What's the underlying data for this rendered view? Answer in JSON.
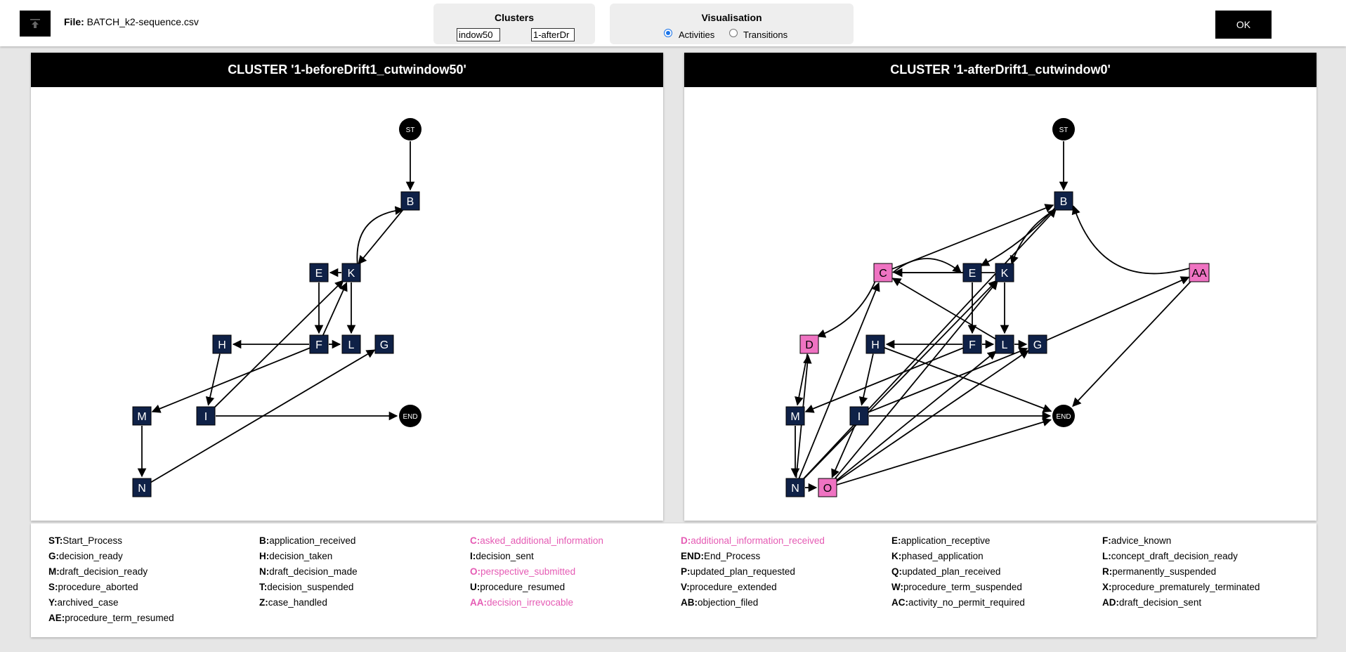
{
  "header": {
    "file_label": "File:",
    "file_name": "BATCH_k2-sequence.csv",
    "clusters": {
      "title": "Clusters",
      "input_left": "indow50",
      "input_right": "1-afterDr"
    },
    "visualisation": {
      "title": "Visualisation",
      "options": [
        "Activities",
        "Transitions"
      ],
      "selected": "Activities"
    },
    "ok_label": "OK"
  },
  "colors": {
    "node_default": "#0f2147",
    "node_highlight": "#ef73c2",
    "header_bg": "#000000",
    "legend_highlight": "#e55bb4"
  },
  "graphs": [
    {
      "title": "CLUSTER '1-beforeDrift1_cutwindow50'",
      "nodes": [
        {
          "id": "ST",
          "shape": "circle"
        },
        {
          "id": "B"
        },
        {
          "id": "E"
        },
        {
          "id": "K"
        },
        {
          "id": "H"
        },
        {
          "id": "F"
        },
        {
          "id": "L"
        },
        {
          "id": "G"
        },
        {
          "id": "M"
        },
        {
          "id": "I"
        },
        {
          "id": "END",
          "shape": "circle"
        },
        {
          "id": "N"
        }
      ],
      "edges": [
        [
          "ST",
          "B"
        ],
        [
          "B",
          "K"
        ],
        [
          "K",
          "B"
        ],
        [
          "K",
          "E"
        ],
        [
          "E",
          "F"
        ],
        [
          "K",
          "L"
        ],
        [
          "F",
          "K"
        ],
        [
          "F",
          "L"
        ],
        [
          "F",
          "H"
        ],
        [
          "H",
          "I"
        ],
        [
          "I",
          "K"
        ],
        [
          "F",
          "M"
        ],
        [
          "M",
          "N"
        ],
        [
          "N",
          "G"
        ],
        [
          "I",
          "END"
        ]
      ]
    },
    {
      "title": "CLUSTER '1-afterDrift1_cutwindow0'",
      "nodes": [
        {
          "id": "ST",
          "shape": "circle"
        },
        {
          "id": "B"
        },
        {
          "id": "C",
          "highlight": true
        },
        {
          "id": "E"
        },
        {
          "id": "K"
        },
        {
          "id": "AA",
          "highlight": true
        },
        {
          "id": "D",
          "highlight": true
        },
        {
          "id": "H"
        },
        {
          "id": "F"
        },
        {
          "id": "L"
        },
        {
          "id": "G"
        },
        {
          "id": "M"
        },
        {
          "id": "I"
        },
        {
          "id": "END",
          "shape": "circle"
        },
        {
          "id": "N"
        },
        {
          "id": "O",
          "highlight": true
        }
      ],
      "edges": [
        [
          "ST",
          "B"
        ],
        [
          "B",
          "K"
        ],
        [
          "B",
          "E"
        ],
        [
          "C",
          "B"
        ],
        [
          "AA",
          "B"
        ],
        [
          "C",
          "E"
        ],
        [
          "E",
          "C"
        ],
        [
          "K",
          "C"
        ],
        [
          "L",
          "C"
        ],
        [
          "C",
          "D"
        ],
        [
          "D",
          "M"
        ],
        [
          "N",
          "D"
        ],
        [
          "K",
          "L"
        ],
        [
          "E",
          "F"
        ],
        [
          "F",
          "L"
        ],
        [
          "F",
          "H"
        ],
        [
          "H",
          "I"
        ],
        [
          "L",
          "G"
        ],
        [
          "G",
          "AA"
        ],
        [
          "AA",
          "END"
        ],
        [
          "H",
          "END"
        ],
        [
          "I",
          "END"
        ],
        [
          "F",
          "M"
        ],
        [
          "N",
          "C"
        ],
        [
          "M",
          "N"
        ],
        [
          "N",
          "O"
        ],
        [
          "O",
          "G"
        ],
        [
          "O",
          "L"
        ],
        [
          "O",
          "K"
        ],
        [
          "I",
          "G"
        ],
        [
          "N",
          "K"
        ],
        [
          "I",
          "O"
        ],
        [
          "O",
          "END"
        ],
        [
          "N",
          "B"
        ]
      ]
    }
  ],
  "legend": [
    {
      "key": "ST:",
      "value": "Start_Process",
      "hl": false
    },
    {
      "key": "B:",
      "value": "application_received",
      "hl": false
    },
    {
      "key": "C:",
      "value": "asked_additional_information",
      "hl": true
    },
    {
      "key": "D:",
      "value": "additional_information_received",
      "hl": true
    },
    {
      "key": "E:",
      "value": "application_receptive",
      "hl": false
    },
    {
      "key": "F:",
      "value": "advice_known",
      "hl": false
    },
    {
      "key": "G:",
      "value": "decision_ready",
      "hl": false
    },
    {
      "key": "H:",
      "value": "decision_taken",
      "hl": false
    },
    {
      "key": "I:",
      "value": "decision_sent",
      "hl": false
    },
    {
      "key": "END:",
      "value": "End_Process",
      "hl": false
    },
    {
      "key": "K:",
      "value": "phased_application",
      "hl": false
    },
    {
      "key": "L:",
      "value": "concept_draft_decision_ready",
      "hl": false
    },
    {
      "key": "M:",
      "value": "draft_decision_ready",
      "hl": false
    },
    {
      "key": "N:",
      "value": "draft_decision_made",
      "hl": false
    },
    {
      "key": "O:",
      "value": "perspective_submitted",
      "hl": true
    },
    {
      "key": "P:",
      "value": "updated_plan_requested",
      "hl": false
    },
    {
      "key": "Q:",
      "value": "updated_plan_received",
      "hl": false
    },
    {
      "key": "R:",
      "value": "permanently_suspended",
      "hl": false
    },
    {
      "key": "S:",
      "value": "procedure_aborted",
      "hl": false
    },
    {
      "key": "T:",
      "value": "decision_suspended",
      "hl": false
    },
    {
      "key": "U:",
      "value": "procedure_resumed",
      "hl": false
    },
    {
      "key": "V:",
      "value": "procedure_extended",
      "hl": false
    },
    {
      "key": "W:",
      "value": "procedure_term_suspended",
      "hl": false
    },
    {
      "key": "X:",
      "value": "procedure_prematurely_terminated",
      "hl": false
    },
    {
      "key": "Y:",
      "value": "archived_case",
      "hl": false
    },
    {
      "key": "Z:",
      "value": "case_handled",
      "hl": false
    },
    {
      "key": "AA:",
      "value": "decision_irrevocable",
      "hl": true
    },
    {
      "key": "AB:",
      "value": "objection_filed",
      "hl": false
    },
    {
      "key": "AC:",
      "value": "activity_no_permit_required",
      "hl": false
    },
    {
      "key": "AD:",
      "value": "draft_decision_sent",
      "hl": false
    },
    {
      "key": "AE:",
      "value": "procedure_term_resumed",
      "hl": false
    }
  ]
}
